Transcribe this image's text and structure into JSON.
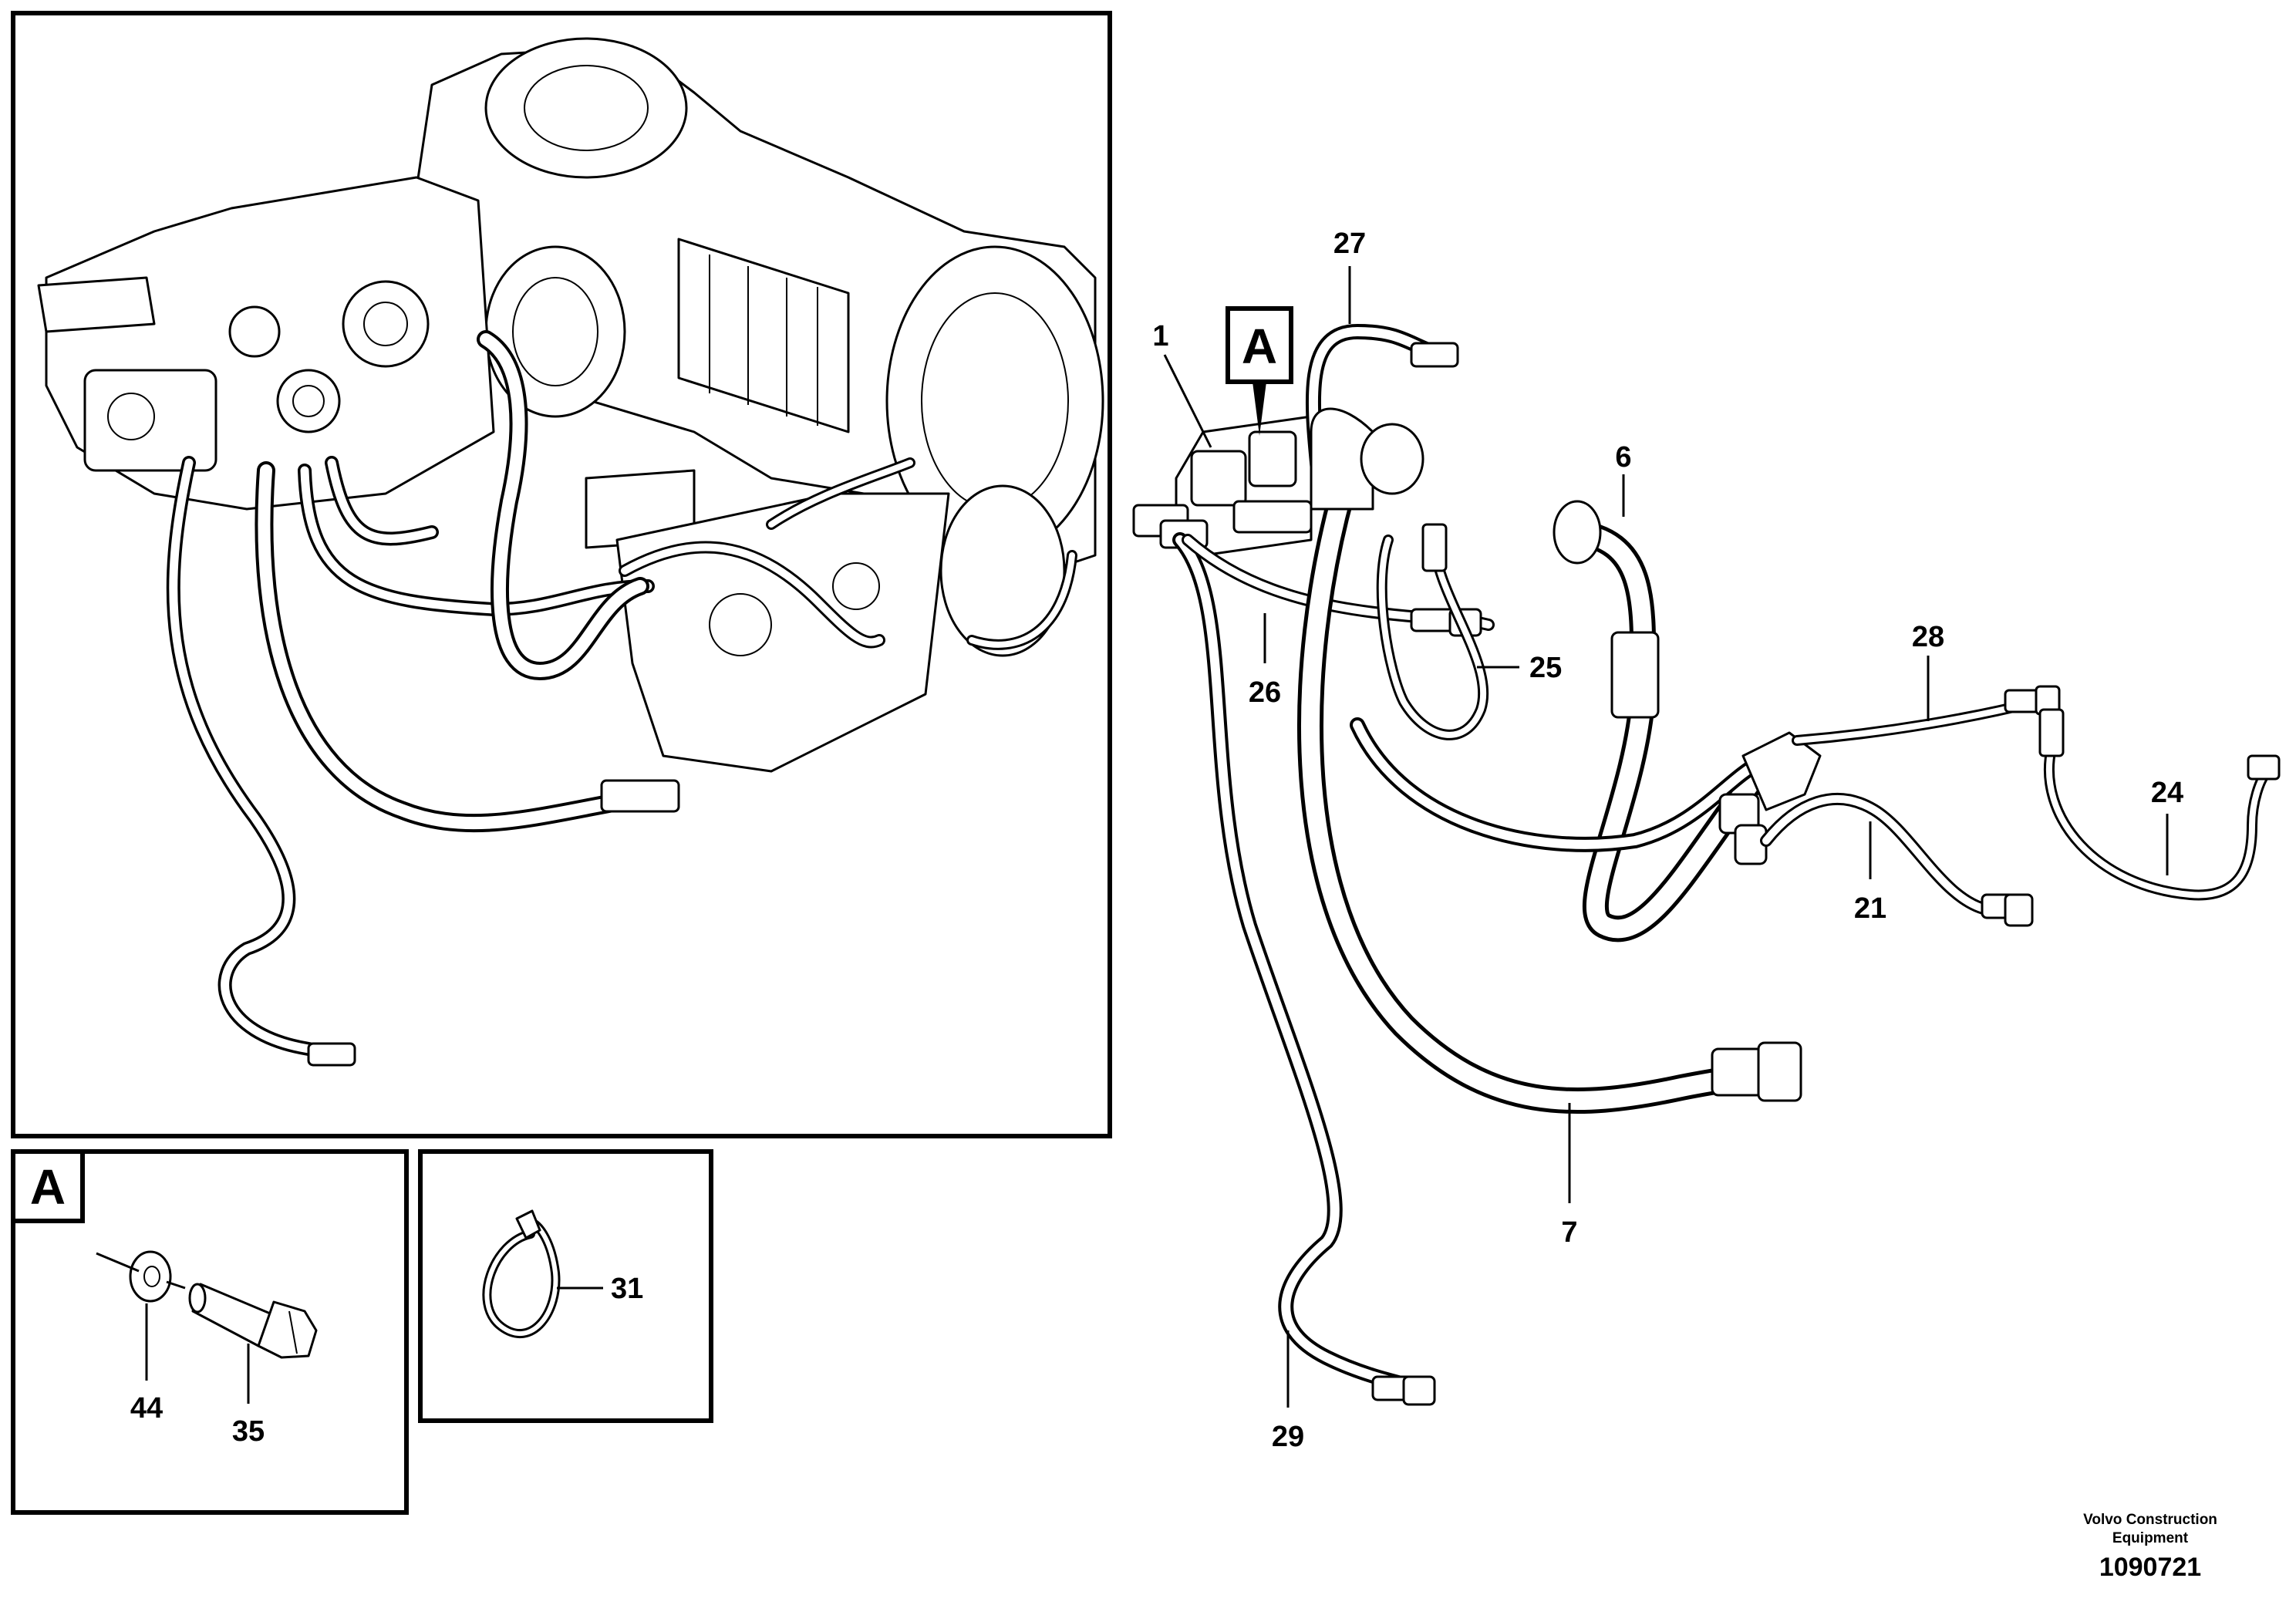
{
  "inset_label": "A",
  "callouts": {
    "c1": "1",
    "c6": "6",
    "c7": "7",
    "c21": "21",
    "c24": "24",
    "c25": "25",
    "c26": "26",
    "c27": "27",
    "c28": "28",
    "c29": "29",
    "c31": "31",
    "c35": "35",
    "c44": "44"
  },
  "footer": {
    "brand_line1": "Volvo Construction",
    "brand_line2": "Equipment",
    "drawing_number": "1090721"
  }
}
